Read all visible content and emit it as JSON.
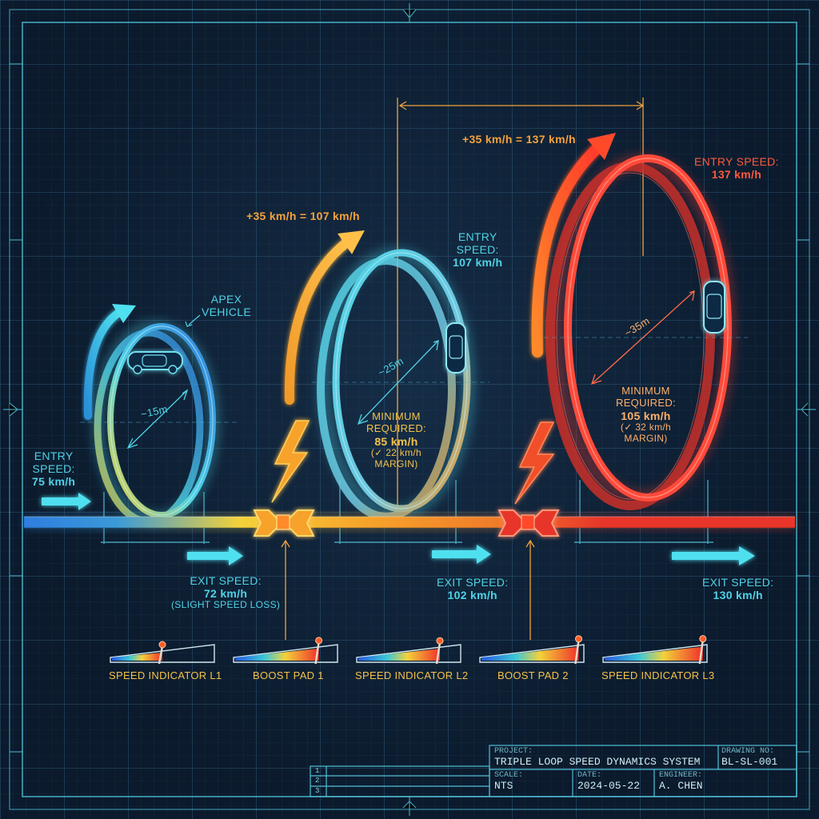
{
  "loop1": {
    "entry_label": "ENTRY",
    "entry_label2": "SPEED:",
    "entry_speed": "75 km/h",
    "apex_label": "APEX",
    "apex_label2": "VEHICLE",
    "diameter": "~15m",
    "exit_label": "EXIT SPEED:",
    "exit_speed": "72 km/h",
    "exit_note": "(SLIGHT SPEED LOSS)"
  },
  "loop2": {
    "boost_label": "+35 km/h = 107 km/h",
    "entry_label": "ENTRY",
    "entry_label2": "SPEED:",
    "entry_speed": "107 km/h",
    "diameter": "~25m",
    "min_label": "MINIMUM",
    "min_label2": "REQUIRED:",
    "min_speed": "85 km/h",
    "margin": "(✓ 22 km/h",
    "margin2": "MARGIN)",
    "exit_label": "EXIT SPEED:",
    "exit_speed": "102 km/h"
  },
  "loop3": {
    "boost_label": "+35 km/h = 137 km/h",
    "entry_label": "ENTRY SPEED:",
    "entry_speed": "137 km/h",
    "diameter": "~35m",
    "min_label": "MINIMUM",
    "min_label2": "REQUIRED:",
    "min_speed": "105 km/h",
    "margin": "(✓ 32 km/h",
    "margin2": "MARGIN)",
    "exit_label": "EXIT SPEED:",
    "exit_speed": "130 km/h"
  },
  "indicators": [
    {
      "label": "SPEED INDICATOR L1",
      "level": 0.5
    },
    {
      "label": "BOOST PAD 1",
      "level": 0.82
    },
    {
      "label": "SPEED INDICATOR L2",
      "level": 0.8
    },
    {
      "label": "BOOST PAD 2",
      "level": 0.95
    },
    {
      "label": "SPEED INDICATOR L3",
      "level": 0.96
    }
  ],
  "title_block": {
    "project_key": "PROJECT:",
    "project": "TRIPLE LOOP SPEED DYNAMICS SYSTEM",
    "drawing_key": "DRAWING NO:",
    "drawing": "BL-SL-001",
    "scale_key": "SCALE:",
    "scale": "NTS",
    "date_key": "DATE:",
    "date": "2024-05-22",
    "engineer_key": "ENGINEER:",
    "engineer": "A. CHEN",
    "rev1": "1",
    "rev2": "2",
    "rev3": "3"
  },
  "colors": {
    "cyan": "#4fd3e6",
    "blue": "#2f7de0",
    "yellow": "#f3d23a",
    "orange": "#f79a2a",
    "red": "#e8352a"
  }
}
